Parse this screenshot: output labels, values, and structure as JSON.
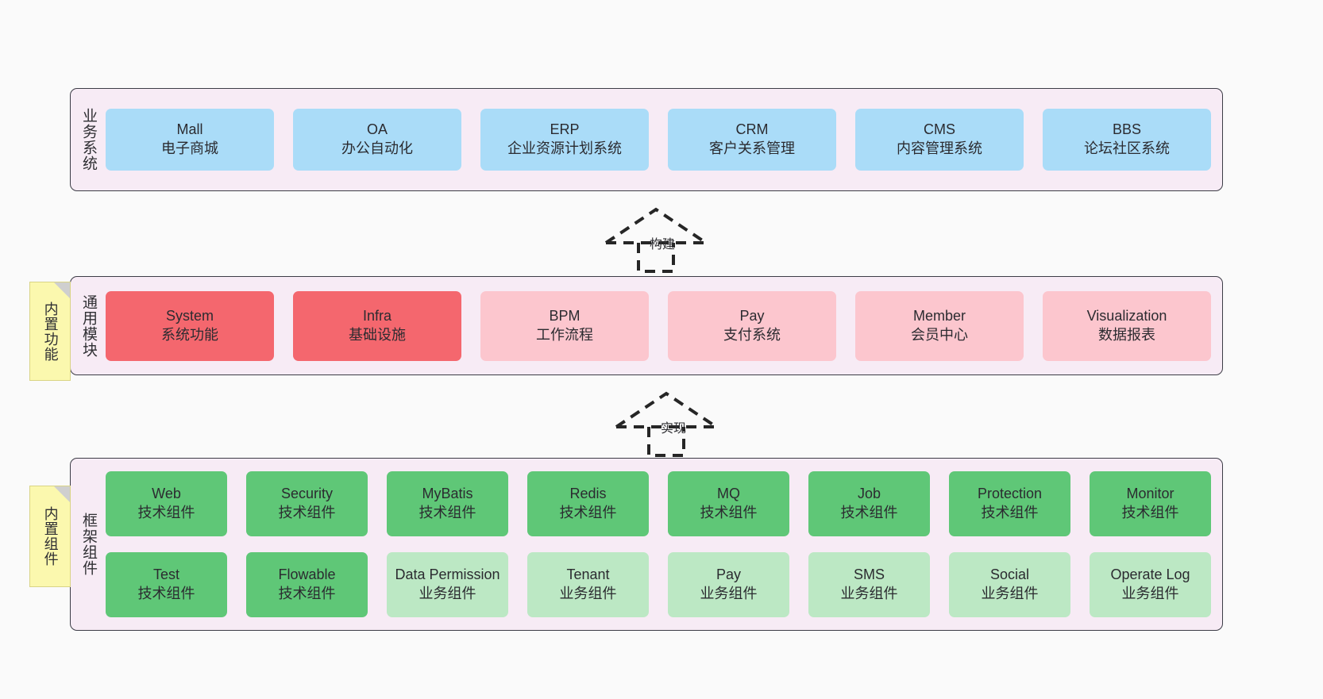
{
  "diagram": {
    "title": "",
    "background": "#fafafa",
    "panel_bg": "#f7ebf5",
    "panel_border": "#3c3c46",
    "note_bg": "#fbf8ae"
  },
  "notes": {
    "builtin_features": "内置功能",
    "builtin_components": "内置组件"
  },
  "connectors": [
    {
      "label": "构建",
      "style": "dashed-hollow-arrow-up"
    },
    {
      "label": "实现",
      "style": "dashed-hollow-arrow-up"
    }
  ],
  "layers": [
    {
      "key": "business",
      "title": "业务系统",
      "color": "#aadcf8",
      "rows": [
        [
          {
            "name": "Mall",
            "desc": "电子商城",
            "tone": "blue"
          },
          {
            "name": "OA",
            "desc": "办公自动化",
            "tone": "blue"
          },
          {
            "name": "ERP",
            "desc": "企业资源计划系统",
            "tone": "blue"
          },
          {
            "name": "CRM",
            "desc": "客户关系管理",
            "tone": "blue"
          },
          {
            "name": "CMS",
            "desc": "内容管理系统",
            "tone": "blue"
          },
          {
            "name": "BBS",
            "desc": "论坛社区系统",
            "tone": "blue"
          }
        ]
      ]
    },
    {
      "key": "modules",
      "title": "通用模块",
      "color": "#f4676e",
      "rows": [
        [
          {
            "name": "System",
            "desc": "系统功能",
            "tone": "red"
          },
          {
            "name": "Infra",
            "desc": "基础设施",
            "tone": "red"
          },
          {
            "name": "BPM",
            "desc": "工作流程",
            "tone": "pink"
          },
          {
            "name": "Pay",
            "desc": "支付系统",
            "tone": "pink"
          },
          {
            "name": "Member",
            "desc": "会员中心",
            "tone": "pink"
          },
          {
            "name": "Visualization",
            "desc": "数据报表",
            "tone": "pink"
          }
        ]
      ]
    },
    {
      "key": "framework",
      "title": "框架组件",
      "color": "#5fc777",
      "rows": [
        [
          {
            "name": "Web",
            "desc": "技术组件",
            "tone": "green"
          },
          {
            "name": "Security",
            "desc": "技术组件",
            "tone": "green"
          },
          {
            "name": "MyBatis",
            "desc": "技术组件",
            "tone": "green"
          },
          {
            "name": "Redis",
            "desc": "技术组件",
            "tone": "green"
          },
          {
            "name": "MQ",
            "desc": "技术组件",
            "tone": "green"
          },
          {
            "name": "Job",
            "desc": "技术组件",
            "tone": "green"
          },
          {
            "name": "Protection",
            "desc": "技术组件",
            "tone": "green"
          },
          {
            "name": "Monitor",
            "desc": "技术组件",
            "tone": "green"
          }
        ],
        [
          {
            "name": "Test",
            "desc": "技术组件",
            "tone": "green"
          },
          {
            "name": "Flowable",
            "desc": "技术组件",
            "tone": "green"
          },
          {
            "name": "Data Permission",
            "desc": "业务组件",
            "tone": "lgreen"
          },
          {
            "name": "Tenant",
            "desc": "业务组件",
            "tone": "lgreen"
          },
          {
            "name": "Pay",
            "desc": "业务组件",
            "tone": "lgreen"
          },
          {
            "name": "SMS",
            "desc": "业务组件",
            "tone": "lgreen"
          },
          {
            "name": "Social",
            "desc": "业务组件",
            "tone": "lgreen"
          },
          {
            "name": "Operate Log",
            "desc": "业务组件",
            "tone": "lgreen"
          }
        ]
      ]
    }
  ]
}
